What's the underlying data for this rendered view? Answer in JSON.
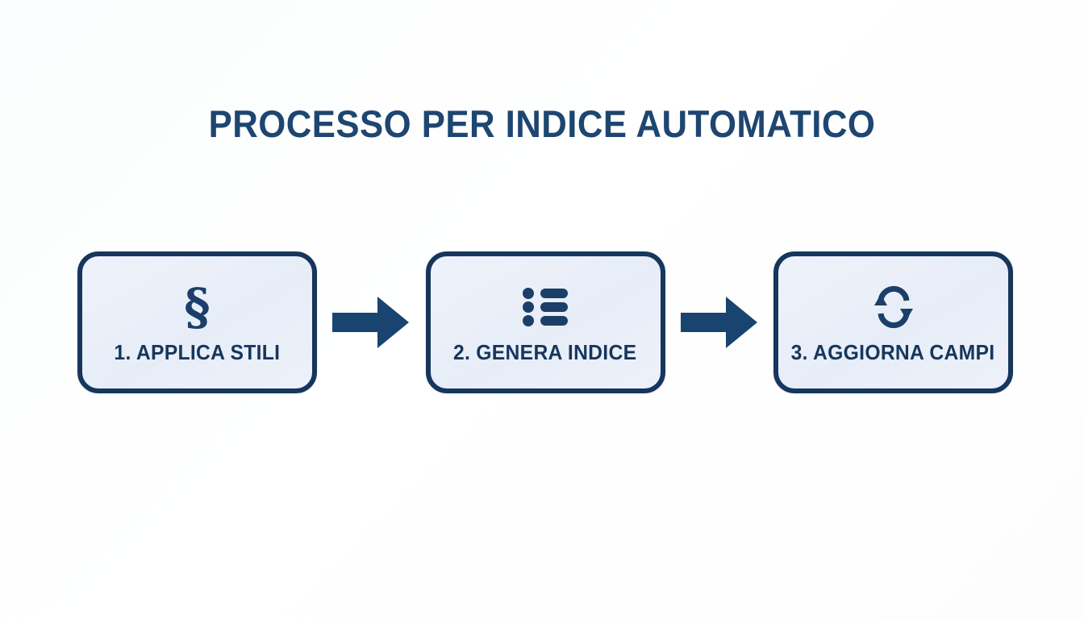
{
  "slide": {
    "title": "PROCESSO PER INDICE AUTOMATICO",
    "background_color": "#fdfefe",
    "accent_color": "#16365c",
    "title_color": "#1d4670",
    "box_fill_color": "#e8eef7"
  },
  "diagram": {
    "type": "horizontal-process-flow",
    "step_count": 3,
    "connector": "right-arrow",
    "steps": [
      {
        "label": "1. APPLICA STILI",
        "icon": "section-sign-icon",
        "icon_glyph": "§"
      },
      {
        "label": "2. GENERA INDICE",
        "icon": "bulleted-list-icon",
        "icon_glyph": ""
      },
      {
        "label": "3. AGGIORNA CAMPI",
        "icon": "refresh-sync-icon",
        "icon_glyph": ""
      }
    ]
  }
}
